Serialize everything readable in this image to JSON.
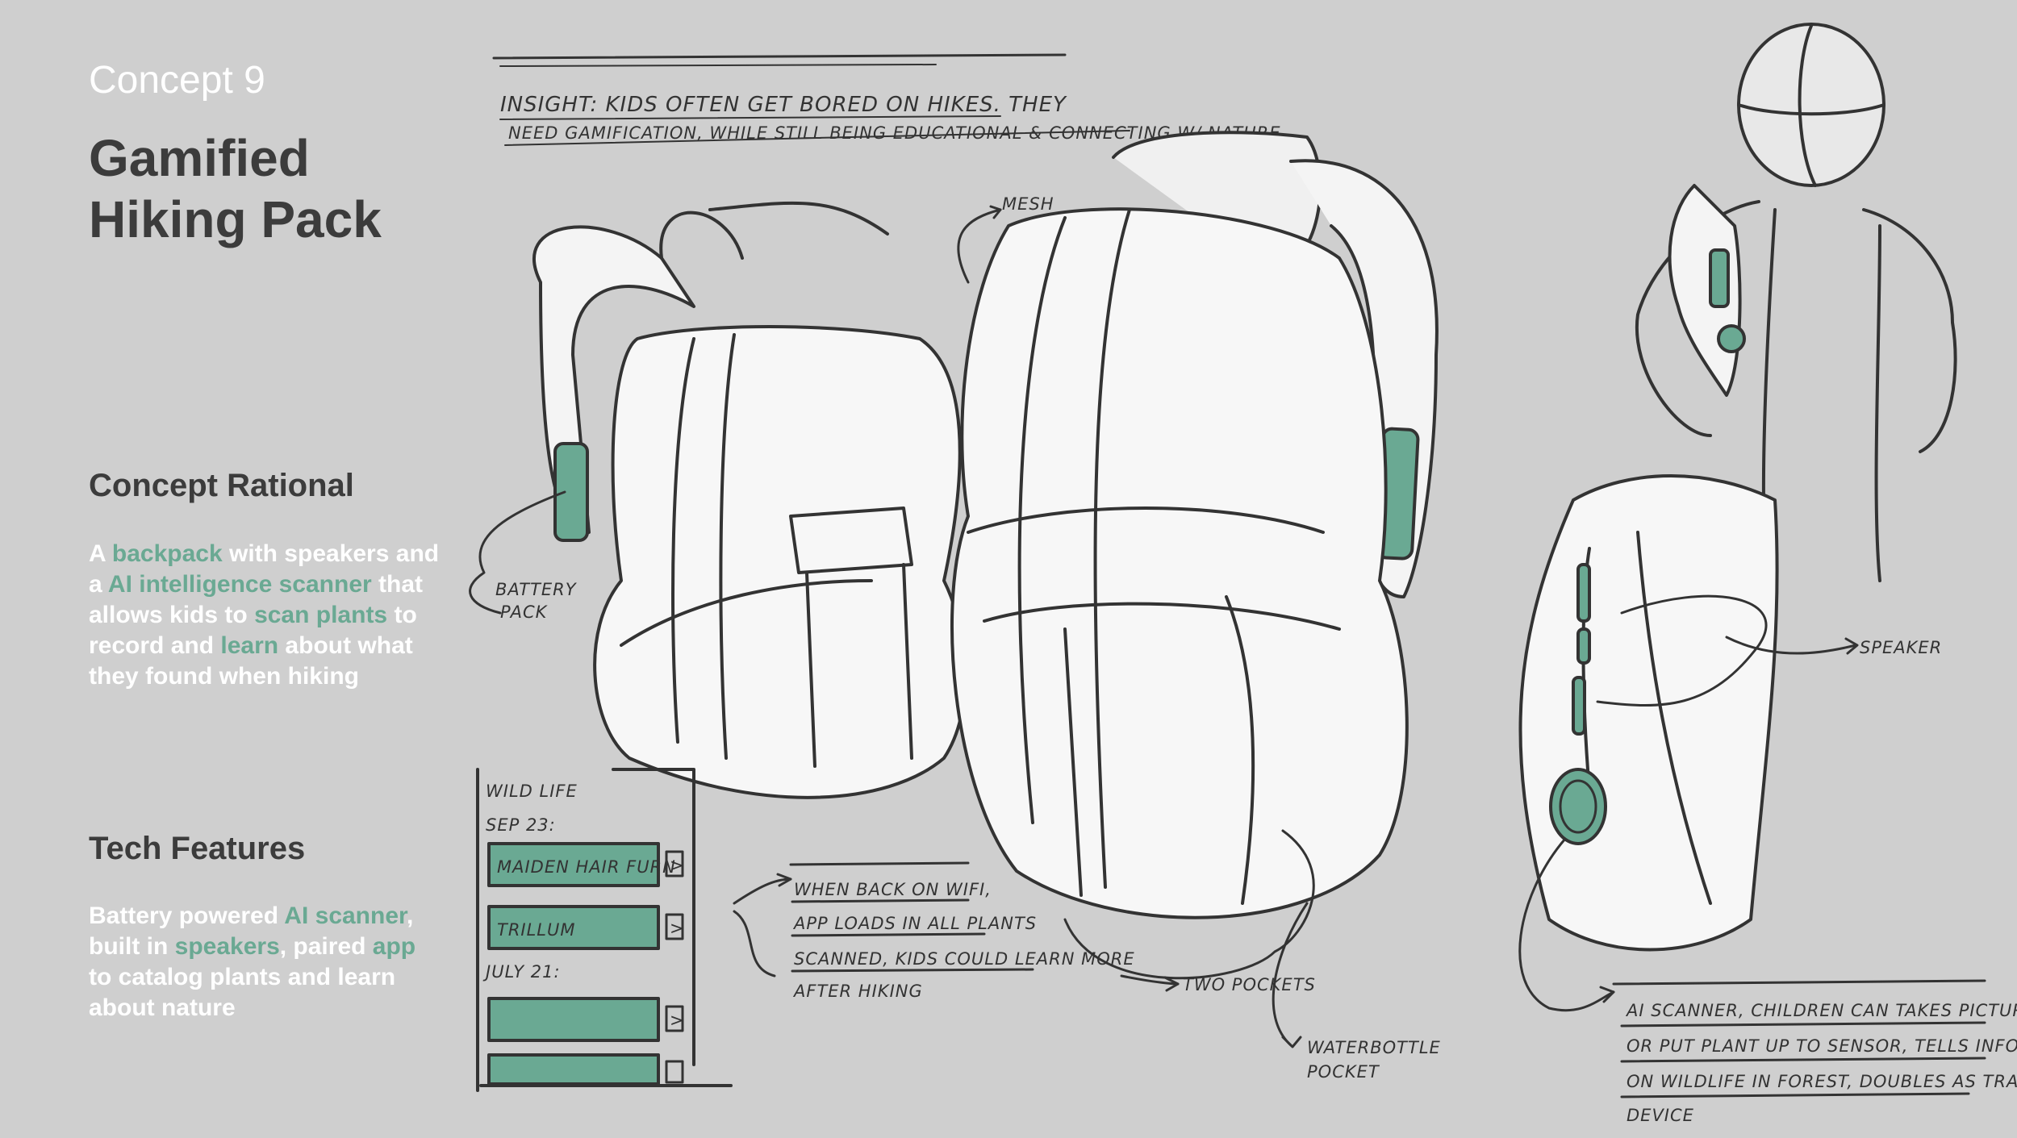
{
  "concept_number": "Concept 9",
  "title": {
    "line1": "Gamified",
    "line2": "Hiking Pack"
  },
  "rationale": {
    "heading": "Concept Rational",
    "segments": [
      {
        "text": "A ",
        "hl": false
      },
      {
        "text": "backpack",
        "hl": true
      },
      {
        "text": " with speakers and a ",
        "hl": false
      },
      {
        "text": "AI intelligence scanner",
        "hl": true
      },
      {
        "text": " that allows kids to ",
        "hl": false
      },
      {
        "text": "scan plants",
        "hl": true
      },
      {
        "text": " to record and ",
        "hl": false
      },
      {
        "text": "learn",
        "hl": true
      },
      {
        "text": " about what they found when hiking",
        "hl": false
      }
    ]
  },
  "tech": {
    "heading": "Tech Features",
    "segments": [
      {
        "text": "Battery powered ",
        "hl": false
      },
      {
        "text": "AI scanner",
        "hl": true
      },
      {
        "text": ", built in ",
        "hl": false
      },
      {
        "text": "speakers",
        "hl": true
      },
      {
        "text": ", paired ",
        "hl": false
      },
      {
        "text": "app",
        "hl": true
      },
      {
        "text": " to catalog plants and learn about nature",
        "hl": false
      }
    ]
  },
  "sketch": {
    "insight_line1": "INSIGHT: KIDS OFTEN GET BORED ON HIKES. THEY",
    "insight_line2": "NEED GAMIFICATION, WHILE STILL BEING EDUCATIONAL & CONNECTING W/ NATURE",
    "mesh": "MESH",
    "battery_1": "BATTERY",
    "battery_2": "PACK",
    "speaker": "SPEAKER",
    "two_pockets": "TWO POCKETS",
    "waterbottle_1": "WATERBOTTLE",
    "waterbottle_2": "POCKET",
    "wifi_1": "WHEN BACK ON WIFI,",
    "wifi_2": "APP LOADS IN ALL PLANTS",
    "wifi_3": "SCANNED, KIDS COULD LEARN MORE",
    "wifi_4": "AFTER HIKING",
    "scanner_1": "AI SCANNER, CHILDREN CAN TAKES PICTURES",
    "scanner_2": "OR PUT PLANT UP TO SENSOR, TELLS INFORMATION",
    "scanner_3": "ON WILDLIFE IN FOREST, DOUBLES AS TRACKING",
    "scanner_4": "DEVICE",
    "app_title": "WILD LIFE",
    "app_date1": "SEP 23:",
    "app_item1": "MAIDEN HAIR FURN",
    "app_item2": "TRILLUM",
    "app_date2": "JULY 21:",
    "arrow_glyph": ">"
  },
  "colors": {
    "accent": "#6aa993",
    "background": "#cfcfcf",
    "heading": "#3c3c3c"
  }
}
